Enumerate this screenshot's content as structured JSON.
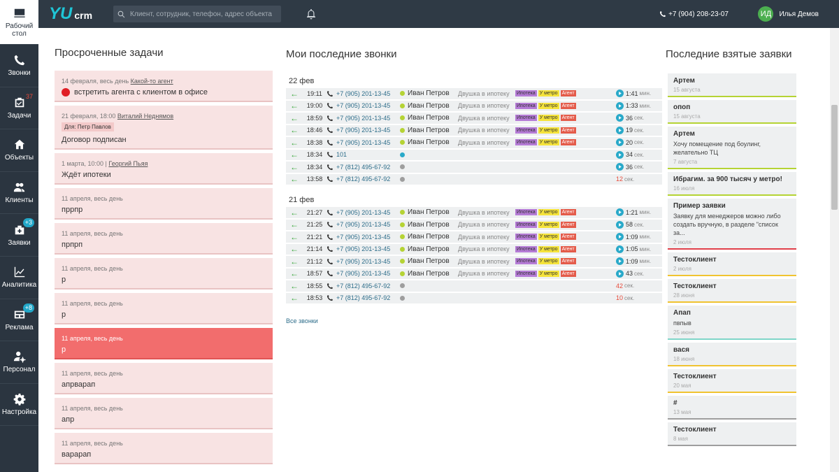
{
  "header": {
    "logo_main": "YU",
    "logo_sub": "crm",
    "search_placeholder": "Клиент, сотрудник, телефон, адрес объекта",
    "phone": "+7 (904) 208-23-07",
    "user_initials": "ИД",
    "user_name": "Илья Демов"
  },
  "sidebar": {
    "items": [
      {
        "label": "Рабочий стол",
        "icon": "desktop-icon",
        "badge": ""
      },
      {
        "label": "Звонки",
        "icon": "phone-icon",
        "badge": ""
      },
      {
        "label": "Задачи",
        "icon": "tasks-icon",
        "badge": "37"
      },
      {
        "label": "Объекты",
        "icon": "home-icon",
        "badge": ""
      },
      {
        "label": "Клиенты",
        "icon": "users-icon",
        "badge": ""
      },
      {
        "label": "Заявки",
        "icon": "requests-icon",
        "badge": "+3"
      },
      {
        "label": "Аналитика",
        "icon": "chart-icon",
        "badge": ""
      },
      {
        "label": "Реклама",
        "icon": "ads-icon",
        "badge": "+8"
      },
      {
        "label": "Персонал",
        "icon": "staff-icon",
        "badge": ""
      },
      {
        "label": "Настройка",
        "icon": "gear-icon",
        "badge": ""
      }
    ]
  },
  "tasks": {
    "title": "Просроченные задачи",
    "items": [
      {
        "date": "14 февраля, весь день",
        "who": "Какой-то агент",
        "for": "",
        "text": "встретить агента с клиентом в офисе",
        "dot": true,
        "highlight": false
      },
      {
        "date": "21 февраля, 18:00",
        "who": "Виталий Неднямов",
        "for": "Для: Петр Павлов",
        "text": "Договор подписан",
        "dot": false,
        "highlight": false
      },
      {
        "date": "1 марта, 10:00 |",
        "who": "Георгий Пьяя",
        "for": "",
        "text": "Ждёт ипотеки",
        "dot": false,
        "highlight": false
      },
      {
        "date": "11 апреля, весь день",
        "who": "",
        "for": "",
        "text": "пррпр",
        "dot": false,
        "highlight": false
      },
      {
        "date": "11 апреля, весь день",
        "who": "",
        "for": "",
        "text": "прпрп",
        "dot": false,
        "highlight": false
      },
      {
        "date": "11 апреля, весь день",
        "who": "",
        "for": "",
        "text": "р",
        "dot": false,
        "highlight": false
      },
      {
        "date": "11 апреля, весь день",
        "who": "",
        "for": "",
        "text": "р",
        "dot": false,
        "highlight": false
      },
      {
        "date": "11 апреля, весь день",
        "who": "",
        "for": "",
        "text": "р",
        "dot": false,
        "highlight": true
      },
      {
        "date": "11 апреля, весь день",
        "who": "",
        "for": "",
        "text": "апрварап",
        "dot": false,
        "highlight": false
      },
      {
        "date": "11 апреля, весь день",
        "who": "",
        "for": "",
        "text": "апр",
        "dot": false,
        "highlight": false
      },
      {
        "date": "11 апреля, весь день",
        "who": "",
        "for": "",
        "text": "варарап",
        "dot": false,
        "highlight": false
      }
    ]
  },
  "calls": {
    "title": "Мои последние звонки",
    "all_label": "Все звонки",
    "tags": {
      "ipo": "Ипотека",
      "met": "У метро",
      "age": "Агент"
    },
    "days": [
      {
        "label": "22 фев",
        "rows": [
          {
            "time": "19:11",
            "phone": "+7 (905) 201-13-45",
            "dot": "#b5d334",
            "name": "Иван Петров",
            "deal": "Двушка в ипотеку",
            "tags": true,
            "dur": "1:41",
            "unit": "мин.",
            "missed": false
          },
          {
            "time": "19:00",
            "phone": "+7 (905) 201-13-45",
            "dot": "#b5d334",
            "name": "Иван Петров",
            "deal": "Двушка в ипотеку",
            "tags": true,
            "dur": "1:33",
            "unit": "мин.",
            "missed": false
          },
          {
            "time": "18:59",
            "phone": "+7 (905) 201-13-45",
            "dot": "#b5d334",
            "name": "Иван Петров",
            "deal": "Двушка в ипотеку",
            "tags": true,
            "dur": "36",
            "unit": "сек.",
            "missed": false
          },
          {
            "time": "18:46",
            "phone": "+7 (905) 201-13-45",
            "dot": "#b5d334",
            "name": "Иван Петров",
            "deal": "Двушка в ипотеку",
            "tags": true,
            "dur": "19",
            "unit": "сек.",
            "missed": false
          },
          {
            "time": "18:38",
            "phone": "+7 (905) 201-13-45",
            "dot": "#b5d334",
            "name": "Иван Петров",
            "deal": "Двушка в ипотеку",
            "tags": true,
            "dur": "20",
            "unit": "сек.",
            "missed": false
          },
          {
            "time": "18:34",
            "phone": "101",
            "dot": "#29a9c9",
            "name": "",
            "deal": "",
            "tags": false,
            "dur": "34",
            "unit": "сек.",
            "missed": false
          },
          {
            "time": "18:34",
            "phone": "+7 (812) 495-67-92",
            "dot": "#9e9e9e",
            "name": "",
            "deal": "",
            "tags": false,
            "dur": "36",
            "unit": "сек.",
            "missed": false
          },
          {
            "time": "13:58",
            "phone": "+7 (812) 495-67-92",
            "dot": "#9e9e9e",
            "name": "",
            "deal": "",
            "tags": false,
            "dur": "12",
            "unit": "сек.",
            "missed": true
          }
        ]
      },
      {
        "label": "21 фев",
        "rows": [
          {
            "time": "21:27",
            "phone": "+7 (905) 201-13-45",
            "dot": "#b5d334",
            "name": "Иван Петров",
            "deal": "Двушка в ипотеку",
            "tags": true,
            "dur": "1:21",
            "unit": "мин.",
            "missed": false
          },
          {
            "time": "21:25",
            "phone": "+7 (905) 201-13-45",
            "dot": "#b5d334",
            "name": "Иван Петров",
            "deal": "Двушка в ипотеку",
            "tags": true,
            "dur": "58",
            "unit": "сек.",
            "missed": false
          },
          {
            "time": "21:21",
            "phone": "+7 (905) 201-13-45",
            "dot": "#b5d334",
            "name": "Иван Петров",
            "deal": "Двушка в ипотеку",
            "tags": true,
            "dur": "1:09",
            "unit": "мин.",
            "missed": false
          },
          {
            "time": "21:14",
            "phone": "+7 (905) 201-13-45",
            "dot": "#b5d334",
            "name": "Иван Петров",
            "deal": "Двушка в ипотеку",
            "tags": true,
            "dur": "1:05",
            "unit": "мин.",
            "missed": false
          },
          {
            "time": "21:12",
            "phone": "+7 (905) 201-13-45",
            "dot": "#b5d334",
            "name": "Иван Петров",
            "deal": "Двушка в ипотеку",
            "tags": true,
            "dur": "1:09",
            "unit": "мин.",
            "missed": false
          },
          {
            "time": "18:57",
            "phone": "+7 (905) 201-13-45",
            "dot": "#b5d334",
            "name": "Иван Петров",
            "deal": "Двушка в ипотеку",
            "tags": true,
            "dur": "43",
            "unit": "сек.",
            "missed": false
          },
          {
            "time": "18:55",
            "phone": "+7 (812) 495-67-92",
            "dot": "#9e9e9e",
            "name": "",
            "deal": "",
            "tags": false,
            "dur": "42",
            "unit": "сек.",
            "missed": true
          },
          {
            "time": "18:53",
            "phone": "+7 (812) 495-67-92",
            "dot": "#9e9e9e",
            "name": "",
            "deal": "",
            "tags": false,
            "dur": "10",
            "unit": "сек.",
            "missed": true
          }
        ]
      }
    ]
  },
  "requests": {
    "title": "Последние взятые заявки",
    "items": [
      {
        "title": "Артем",
        "desc": "",
        "date": "15 августа",
        "color": "#b5d334"
      },
      {
        "title": "опоп",
        "desc": "",
        "date": "15 августа",
        "color": "#b5d334"
      },
      {
        "title": "Артем",
        "desc": "Хочу помещение под боулинг, желательно ТЦ",
        "date": "7 августа",
        "color": "#b5d334"
      },
      {
        "title": "Ибрагим. за 900 тысяч у метро!",
        "desc": "",
        "date": "16 июля",
        "color": "#b5d334"
      },
      {
        "title": "Пример заявки",
        "desc": "Заявку для менеджеров можно либо создать вручную, в разделе \"список за...",
        "date": "2 июля",
        "color": "#e0404a"
      },
      {
        "title": "Тестоклиент",
        "desc": "",
        "date": "2 июля",
        "color": "#f0c330"
      },
      {
        "title": "Тестоклиент",
        "desc": "",
        "date": "28 июня",
        "color": "#f0c330"
      },
      {
        "title": "Апап",
        "desc": "пвпыв",
        "date": "25 июня",
        "color": "#7fd6c8"
      },
      {
        "title": "вася",
        "desc": "",
        "date": "18 июня",
        "color": "#f0c330"
      },
      {
        "title": "Тестоклиент",
        "desc": "",
        "date": "20 мая",
        "color": "#f0c330"
      },
      {
        "title": "#",
        "desc": "",
        "date": "13 мая",
        "color": "#9e9e9e"
      },
      {
        "title": "Тестоклиент",
        "desc": "",
        "date": "8 мая",
        "color": "#9e9e9e"
      }
    ]
  }
}
